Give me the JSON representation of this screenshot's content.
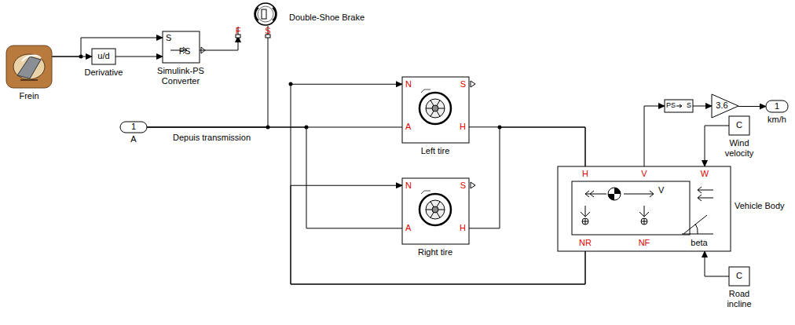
{
  "diagram": {
    "nodes": [
      {
        "text": [
          "Frein"
        ]
      },
      {
        "text": [
          "u/d",
          "Derivative"
        ]
      },
      {
        "text": [
          "S",
          "PS",
          "Simulink-PS Converter"
        ]
      },
      {
        "text": [
          "F",
          "S",
          "Double-Shoe Brake"
        ]
      },
      {
        "text": [
          "1",
          "A"
        ]
      },
      {
        "text": [
          "N",
          "S",
          "A",
          "H",
          "Left tire"
        ]
      },
      {
        "text": [
          "N",
          "S",
          "A",
          "H",
          "Right tire"
        ]
      },
      {
        "text": [
          "PS",
          "S"
        ]
      },
      {
        "text": [
          "3.6"
        ]
      },
      {
        "text": [
          "1",
          "km/h"
        ]
      },
      {
        "text": [
          "H",
          "V",
          "W",
          "V",
          "NR",
          "NF",
          "beta",
          "Vehicle Body"
        ]
      },
      {
        "text": [
          "C",
          "Wind velocity"
        ]
      },
      {
        "text": [
          "C",
          "Road incline"
        ]
      }
    ],
    "edges": [
      {
        "from": 0,
        "to": 1,
        "arrow": "to"
      },
      {
        "from": 0,
        "to": 2,
        "arrow": "to"
      },
      {
        "from": 1,
        "to": 2,
        "arrow": "to"
      },
      {
        "from": 2,
        "to": 3,
        "arrow": "to"
      },
      {
        "from": 4,
        "to": 3,
        "arrow": "none"
      },
      {
        "from": 4,
        "to": 5,
        "arrow": "none"
      },
      {
        "from": 4,
        "to": 6,
        "arrow": "none"
      },
      {
        "from": 5,
        "to": 10,
        "arrow": "none"
      },
      {
        "from": 6,
        "to": 10,
        "arrow": "none"
      },
      {
        "from": 10,
        "to": 5,
        "arrow": "to"
      },
      {
        "from": 10,
        "to": 6,
        "arrow": "to"
      },
      {
        "from": 10,
        "to": 7,
        "arrow": "to"
      },
      {
        "from": 7,
        "to": 8,
        "arrow": "to"
      },
      {
        "from": 8,
        "to": 9,
        "arrow": "to"
      },
      {
        "from": 11,
        "to": 10,
        "arrow": "to"
      },
      {
        "from": 12,
        "to": 10,
        "arrow": "to"
      }
    ],
    "labels": [
      "Depuis transmission"
    ]
  }
}
